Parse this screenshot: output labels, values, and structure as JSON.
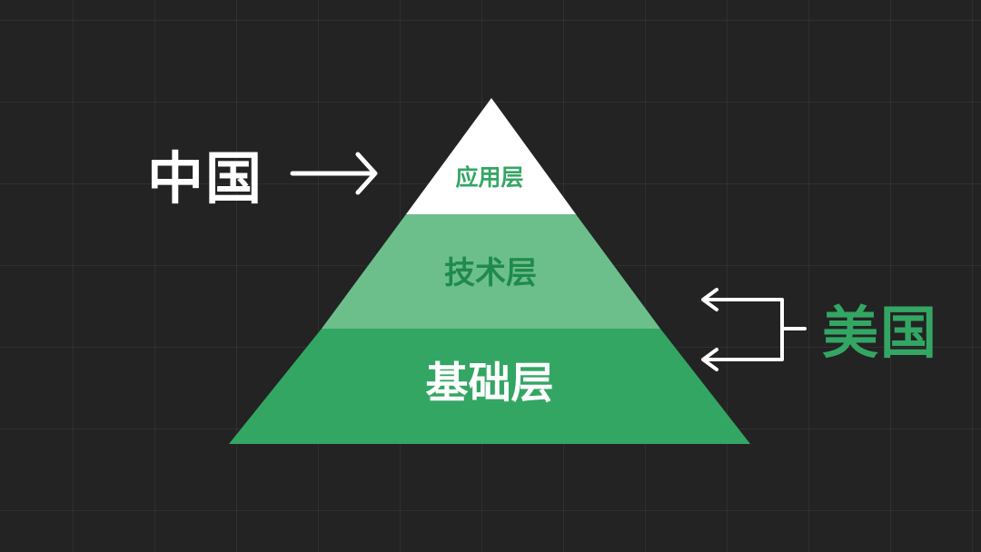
{
  "diagram": {
    "layers": [
      {
        "label": "应用层",
        "fill": "#ffffff",
        "text_color": "#34a664"
      },
      {
        "label": "技术层",
        "fill": "#6cbf8b",
        "text_color": "#1f8a4c"
      },
      {
        "label": "基础层",
        "fill": "#34a664",
        "text_color": "#ffffff"
      }
    ],
    "china_label": "中国",
    "usa_label": "美国",
    "colors": {
      "background": "#232323",
      "accent_green": "#34a664",
      "arrow": "#ffffff"
    }
  }
}
